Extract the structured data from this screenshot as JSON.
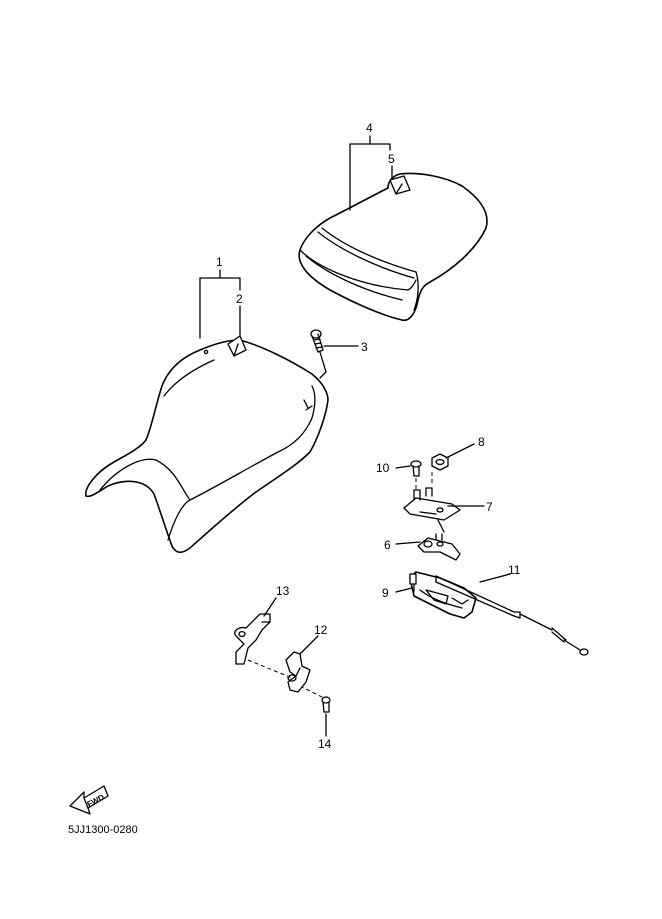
{
  "diagram": {
    "parts": [
      {
        "id": "part-1",
        "number": "1"
      },
      {
        "id": "part-2",
        "number": "2"
      },
      {
        "id": "part-3",
        "number": "3"
      },
      {
        "id": "part-4",
        "number": "4"
      },
      {
        "id": "part-5",
        "number": "5"
      },
      {
        "id": "part-6",
        "number": "6"
      },
      {
        "id": "part-7",
        "number": "7"
      },
      {
        "id": "part-8",
        "number": "8"
      },
      {
        "id": "part-9",
        "number": "9"
      },
      {
        "id": "part-10",
        "number": "10"
      },
      {
        "id": "part-11",
        "number": "11"
      },
      {
        "id": "part-12",
        "number": "12"
      },
      {
        "id": "part-13",
        "number": "13"
      },
      {
        "id": "part-14",
        "number": "14"
      }
    ],
    "fwd_label": "FWD",
    "drawing_code": "5JJ1300-0280"
  }
}
